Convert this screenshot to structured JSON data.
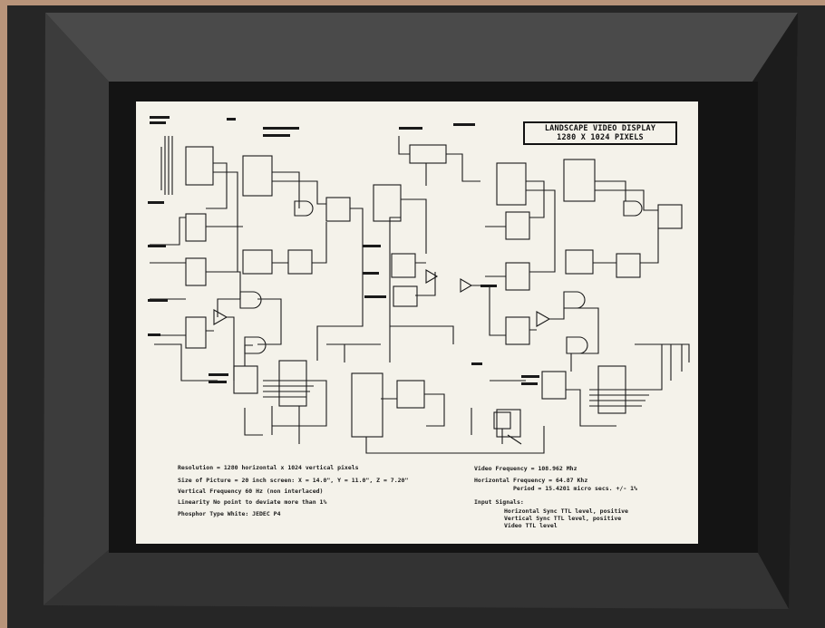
{
  "display": {
    "title_line1": "LANDSCAPE VIDEO DISPLAY",
    "title_line2": "1280 X 1024 PIXELS"
  },
  "specs_left": [
    "Resolution = 1280 horizontal x 1024 vertical pixels",
    "Size of Picture = 20 inch screen: X = 14.0\", Y = 11.0\", Z = 7.20\"",
    "Vertical Frequency   60 Hz (non interlaced)",
    "Linearity   No point to deviate more than 1%",
    "Phosphor Type   White: JEDEC P4"
  ],
  "specs_right": [
    "Video Frequency = 108.962 Mhz",
    "Horizontal Frequency = 64.87 Khz",
    "Period = 15.4201 micro secs. +/- 1%",
    "Input Signals:",
    "Horizontal Sync    TTL level, positive",
    "Vertical Sync      TTL level, positive",
    "Video              TTL level"
  ],
  "colors": {
    "wall": "#b8947a",
    "bezel": "#2e2e2e",
    "screen": "#f4f2ea",
    "ink": "#1a1a1a"
  }
}
